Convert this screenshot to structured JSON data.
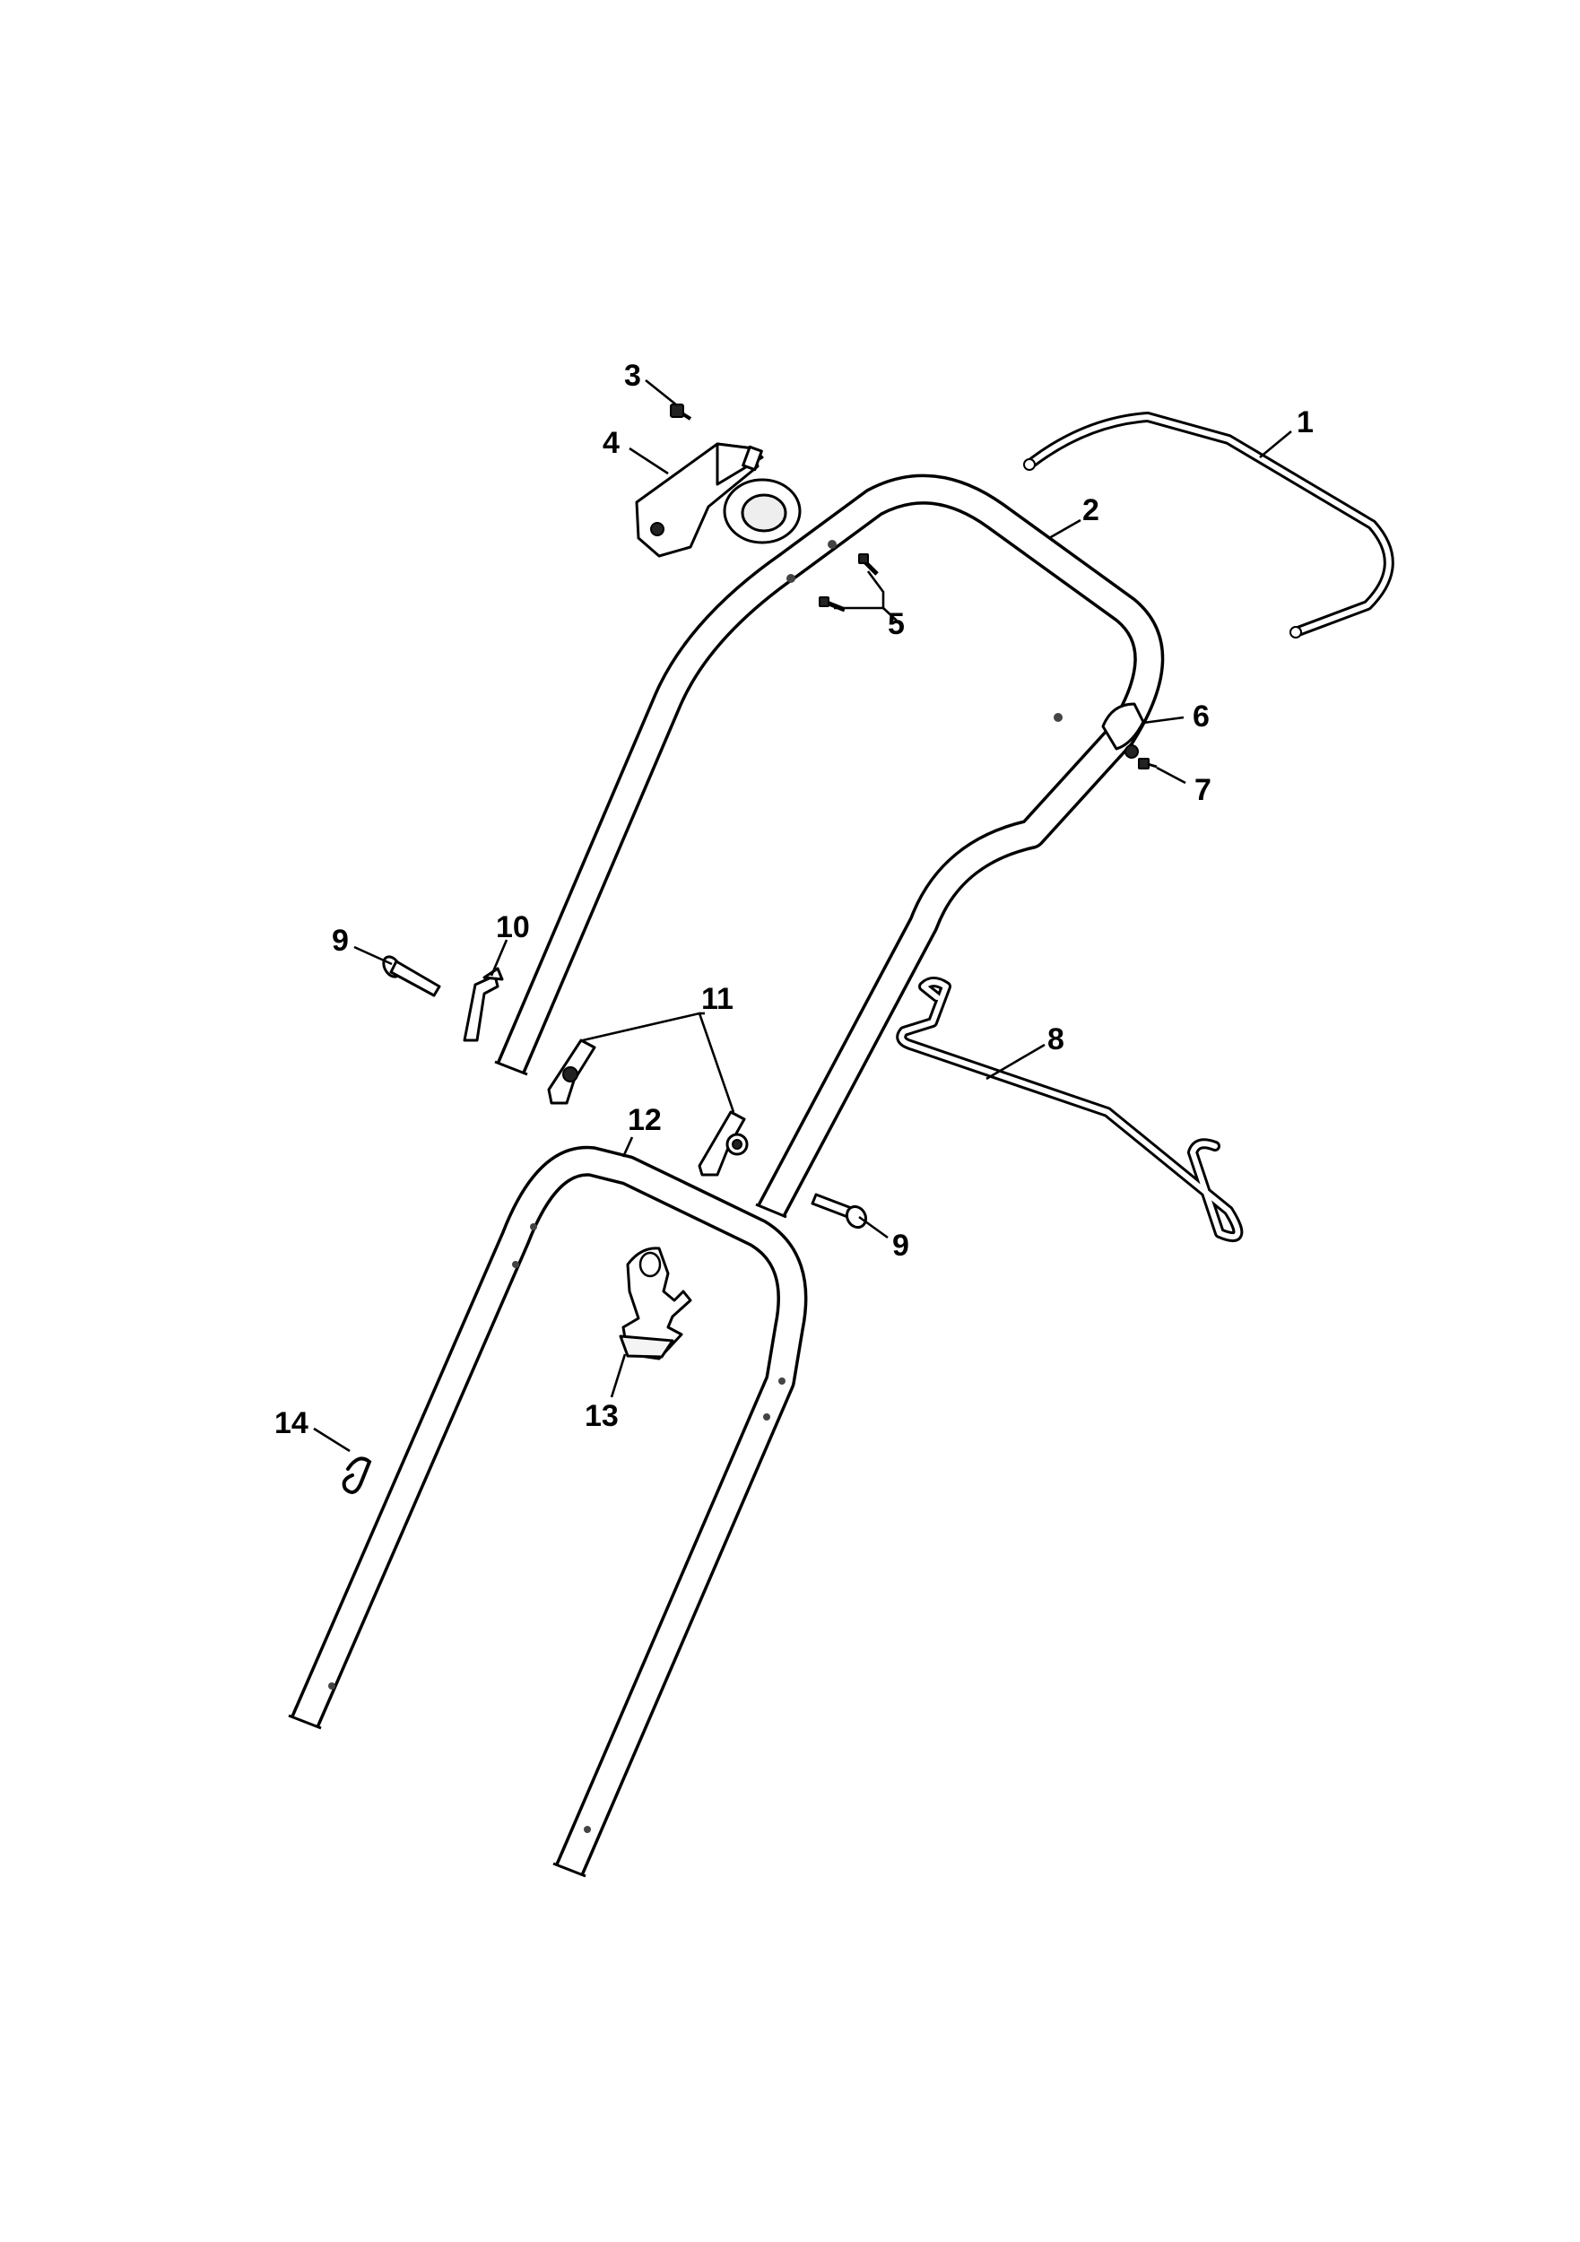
{
  "callouts": [
    {
      "id": "c1",
      "text": "1"
    },
    {
      "id": "c2",
      "text": "2"
    },
    {
      "id": "c3",
      "text": "3"
    },
    {
      "id": "c4",
      "text": "4"
    },
    {
      "id": "c5",
      "text": "5"
    },
    {
      "id": "c6",
      "text": "6"
    },
    {
      "id": "c7",
      "text": "7"
    },
    {
      "id": "c8",
      "text": "8"
    },
    {
      "id": "c9a",
      "text": "9"
    },
    {
      "id": "c9b",
      "text": "9"
    },
    {
      "id": "c10",
      "text": "10"
    },
    {
      "id": "c11",
      "text": "11"
    },
    {
      "id": "c12",
      "text": "12"
    },
    {
      "id": "c13",
      "text": "13"
    },
    {
      "id": "c14",
      "text": "14"
    }
  ]
}
